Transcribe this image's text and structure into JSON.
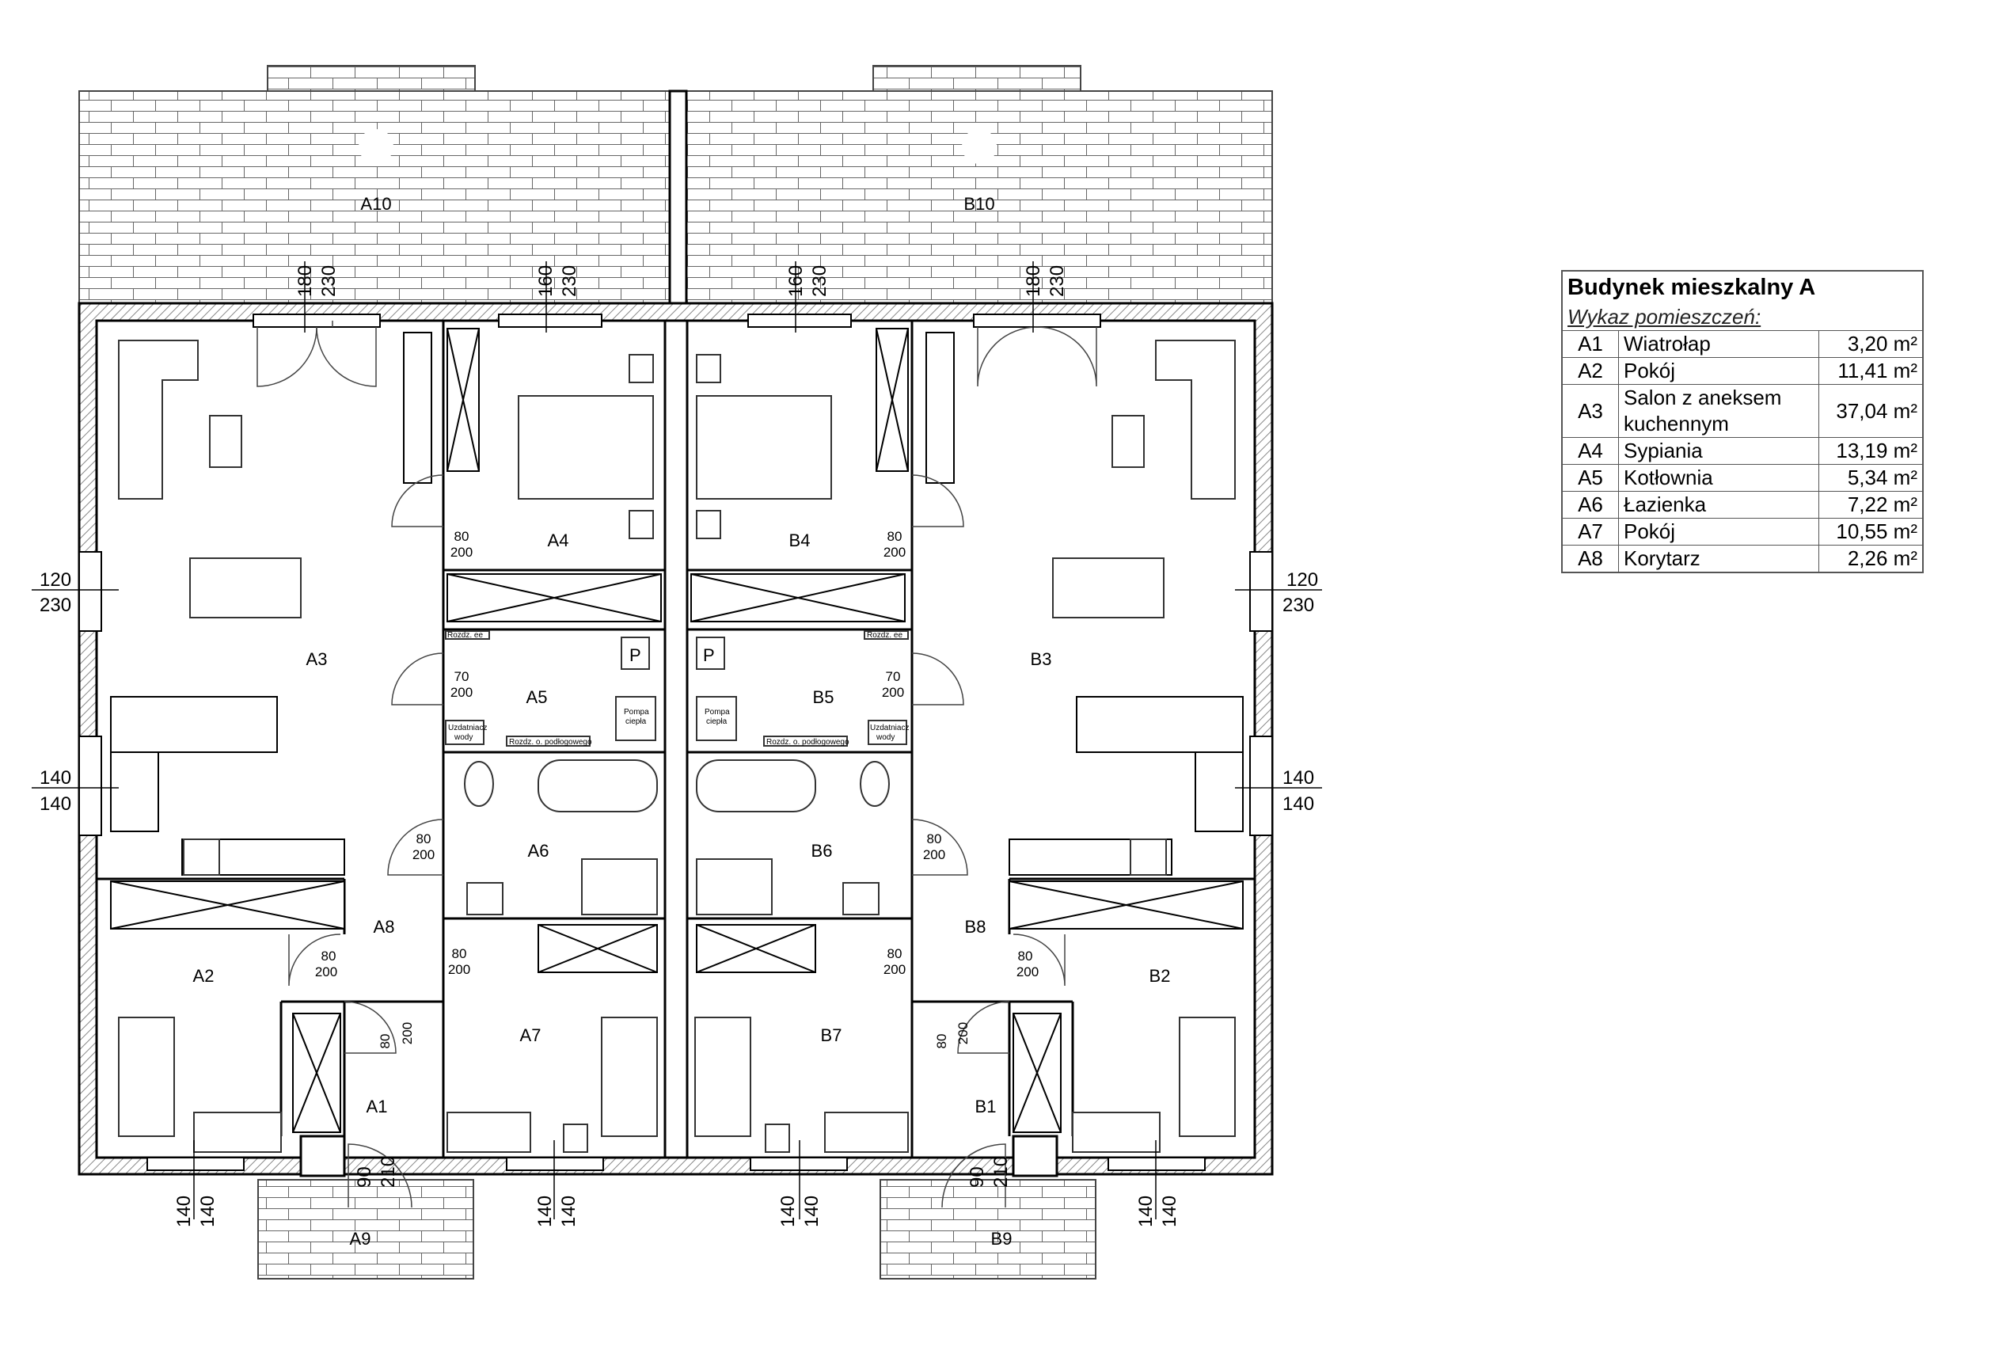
{
  "legend": {
    "title": "Budynek mieszkalny A",
    "subtitle": "Wykaz pomieszczeń:",
    "rows": [
      {
        "code": "A1",
        "name": "Wiatrołap",
        "area": "3,20 m²"
      },
      {
        "code": "A2",
        "name": "Pokój",
        "area": "11,41 m²"
      },
      {
        "code": "A3",
        "name": "Salon z aneksem kuchennym",
        "area": "37,04 m²"
      },
      {
        "code": "A4",
        "name": "Sypiania",
        "area": "13,19 m²"
      },
      {
        "code": "A5",
        "name": "Kotłownia",
        "area": "5,34 m²"
      },
      {
        "code": "A6",
        "name": "Łazienka",
        "area": "7,22 m²"
      },
      {
        "code": "A7",
        "name": "Pokój",
        "area": "10,55 m²"
      },
      {
        "code": "A8",
        "name": "Korytarz",
        "area": "2,26 m²"
      }
    ]
  },
  "rooms": {
    "A1": "A1",
    "A2": "A2",
    "A3": "A3",
    "A4": "A4",
    "A5": "A5",
    "A6": "A6",
    "A7": "A7",
    "A8": "A8",
    "A9": "A9",
    "A10": "A10",
    "B1": "B1",
    "B2": "B2",
    "B3": "B3",
    "B4": "B4",
    "B5": "B5",
    "B6": "B6",
    "B7": "B7",
    "B8": "B8",
    "B9": "B9",
    "B10": "B10"
  },
  "dims": {
    "d180": "180",
    "d230": "230",
    "d160": "160",
    "d120": "120",
    "d140": "140",
    "d80": "80",
    "d200": "200",
    "d70": "70",
    "d90": "90",
    "d210": "210"
  },
  "fixtures": {
    "p": "P",
    "rozdz_ee": "Rozdz. ee",
    "pompa1": "Pompa",
    "pompa2": "ciepła",
    "uzd1": "Uzdatniacz",
    "uzd2": "wody",
    "rozdz_floor": "Rozdz. o. podłogowego"
  }
}
